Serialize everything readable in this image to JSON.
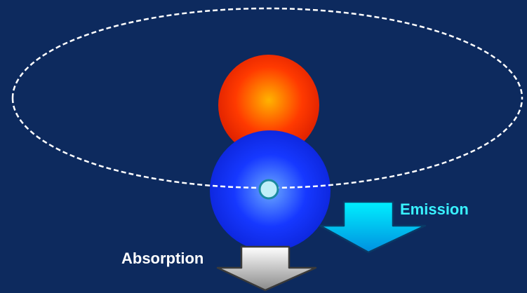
{
  "diagram": {
    "background_color": "#0d2a5e",
    "orbit": {
      "style": "dashed-ellipse",
      "color": "#ffffff"
    },
    "bodies": [
      {
        "name": "red-star",
        "colors": [
          "#ffb300",
          "#ff3a00",
          "#d61a00"
        ]
      },
      {
        "name": "blue-star",
        "colors": [
          "#6aa8ff",
          "#1638ff",
          "#0a20d0"
        ]
      },
      {
        "name": "orbit-marker",
        "fill": "#bfeff8",
        "stroke": "#1a8aa0"
      }
    ],
    "labels": {
      "emission": "Emission",
      "absorption": "Absorption"
    },
    "arrows": {
      "emission": {
        "direction": "down",
        "colors": [
          "#00f0ff",
          "#0090e0"
        ]
      },
      "absorption": {
        "direction": "down",
        "colors": [
          "#ffffff",
          "#8a8a8a"
        ]
      }
    },
    "label_colors": {
      "emission": "#39f2ff",
      "absorption": "#ffffff"
    }
  }
}
